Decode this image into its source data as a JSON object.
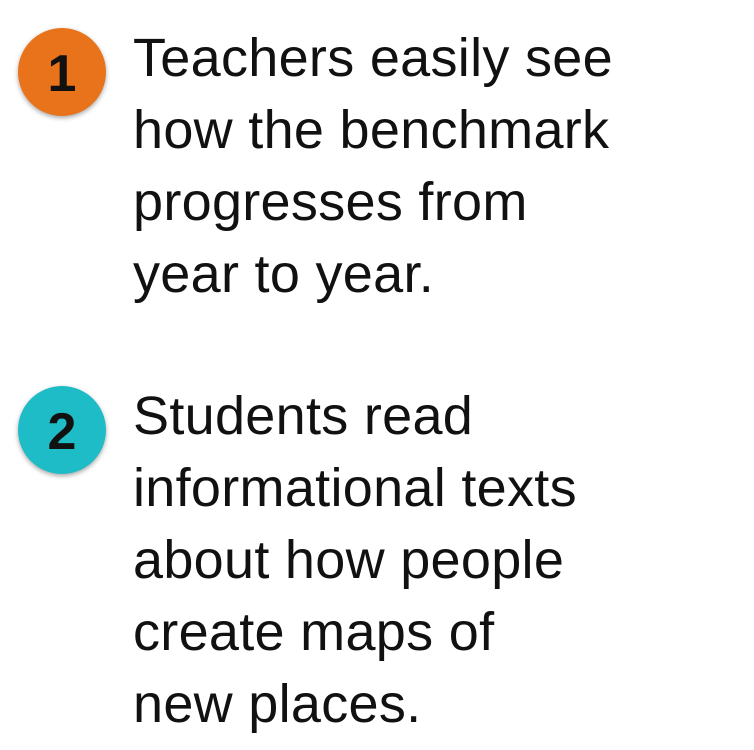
{
  "items": [
    {
      "number": "1",
      "color": "#E8731A",
      "lines": [
        "Teachers easily see",
        "how the benchmark",
        "progresses from",
        "year to year."
      ]
    },
    {
      "number": "2",
      "color": "#1DBCC6",
      "lines": [
        "Students read",
        "informational texts",
        "about how people",
        "create maps of",
        "new places."
      ]
    }
  ]
}
